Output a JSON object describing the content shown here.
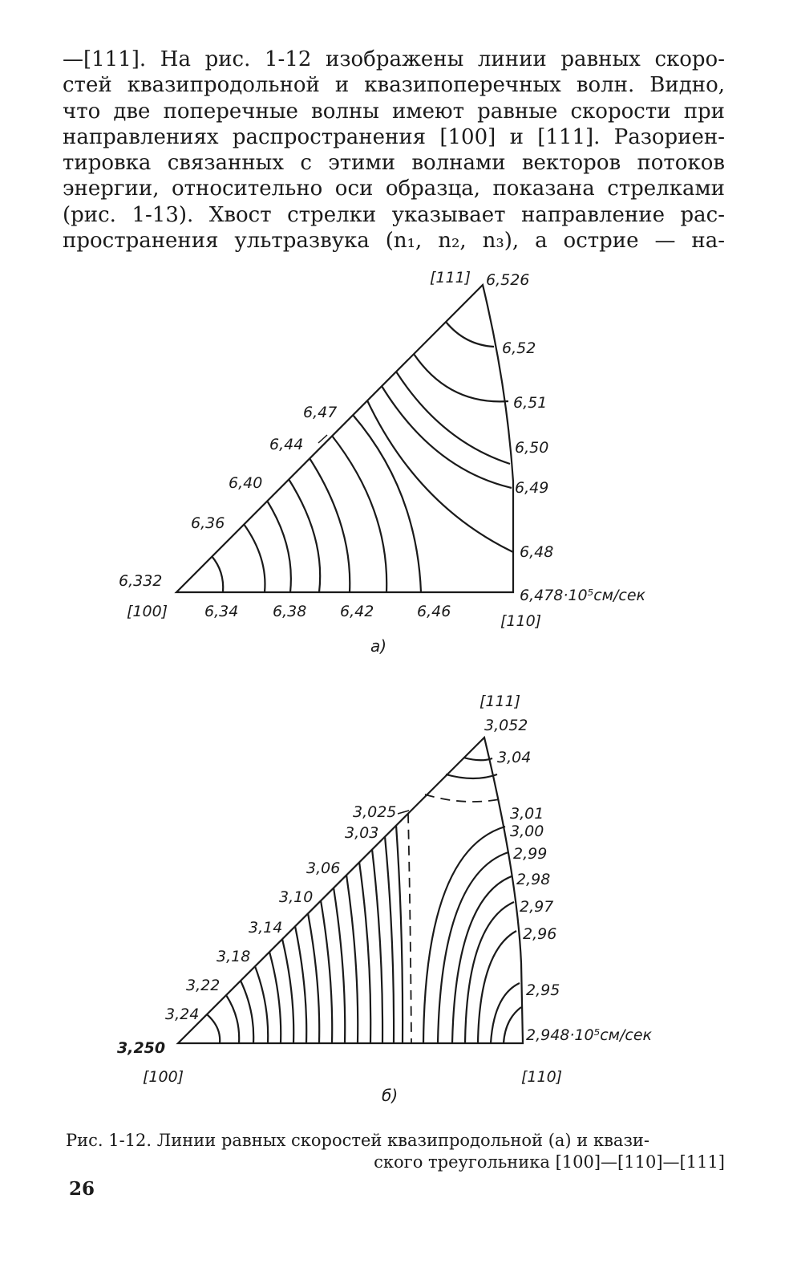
{
  "text_lines": [
    "—[111]. На рис. 1-12 изображены линии равных скоро-",
    "стей квазипродольной и квазипоперечных волн. Видно,",
    "что две поперечные волны имеют равные скорости при",
    "направлениях распространения [100] и [111]. Разориен-",
    "тировка связанных с этими волнами векторов потоков",
    "энергии, относительно оси образца, показана стрелками",
    "(рис. 1-13). Хвост стрелки указывает направление рас-",
    "пространения ультразвука  (n₁,  n₂,  n₃),  а острие — на-"
  ],
  "figure_a": {
    "panel_label": "а)",
    "corner_labels": {
      "c100": "[100]",
      "c110": "[110]",
      "c111": "[111]"
    },
    "hyp_labels": [
      "6,332",
      "6,36",
      "6,40",
      "6,44",
      "6,47"
    ],
    "bottom_labels": [
      "6,34",
      "6,38",
      "6,42",
      "6,46"
    ],
    "right_labels": [
      "6,526",
      "6,52",
      "6,51",
      "6,50",
      "6,49",
      "6,48",
      "6,478·10⁵см/сек"
    ]
  },
  "figure_b": {
    "panel_label": "б)",
    "corner_labels": {
      "c100": "[100]",
      "c110": "[110]",
      "c111": "[111]"
    },
    "hyp_labels": [
      "3,250",
      "3,24",
      "3,22",
      "3,18",
      "3,14",
      "3,10",
      "3,06",
      "3,03",
      "3,025"
    ],
    "right_labels": [
      "3,052",
      "3,04",
      "3,01",
      "3,00",
      "2,99",
      "2,98",
      "2,97",
      "2,96",
      "2,95",
      "2,948·10⁵см/сек"
    ]
  },
  "caption": {
    "line1": "Рис. 1-12. Линии равных скоростей квазипродольной (а) и квази-",
    "line2": "ского треугольника [100]—[110]—[111]"
  },
  "page_number": "26"
}
